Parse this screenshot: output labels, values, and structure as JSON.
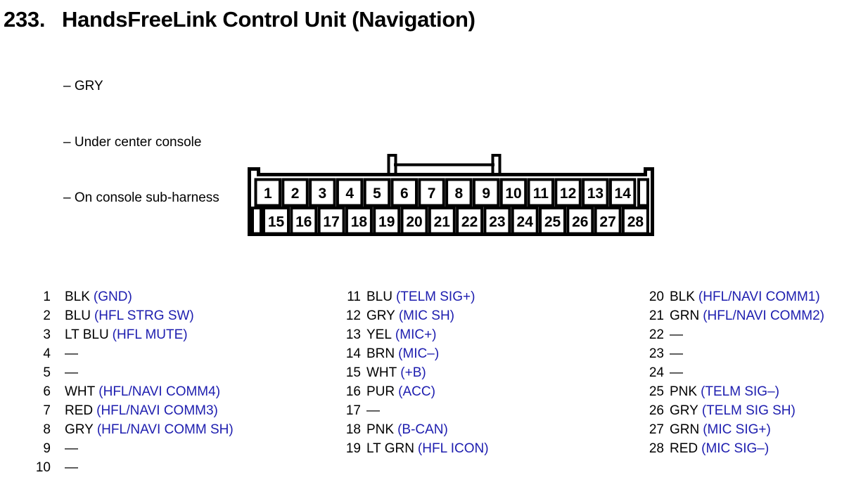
{
  "title": {
    "number": "233.",
    "text": "HandsFreeLink Control Unit (Navigation)"
  },
  "notes": [
    {
      "text": "– GRY"
    },
    {
      "text": "– Under center console"
    },
    {
      "text": "– On console sub-harness"
    }
  ],
  "colors": {
    "text": "#000000",
    "signal_blue": "#1d1daf",
    "connector_stroke": "#000000",
    "background": "#ffffff"
  },
  "connector": {
    "top_pins": [
      "1",
      "2",
      "3",
      "4",
      "5",
      "6",
      "7",
      "8",
      "9",
      "10",
      "11",
      "12",
      "13",
      "14"
    ],
    "bottom_pins": [
      "15",
      "16",
      "17",
      "18",
      "19",
      "20",
      "21",
      "22",
      "23",
      "24",
      "25",
      "26",
      "27",
      "28"
    ]
  },
  "pin_table": {
    "columns": [
      {
        "rows": [
          {
            "n": "1",
            "color": "BLK",
            "signal": "(GND)"
          },
          {
            "n": "2",
            "color": "BLU",
            "signal": "(HFL STRG SW)"
          },
          {
            "n": "3",
            "color": "LT BLU",
            "signal": "(HFL MUTE)"
          },
          {
            "n": "4",
            "color": "—",
            "signal": ""
          },
          {
            "n": "5",
            "color": "—",
            "signal": ""
          },
          {
            "n": "6",
            "color": "WHT",
            "signal": "(HFL/NAVI COMM4)"
          },
          {
            "n": "7",
            "color": "RED",
            "signal": "(HFL/NAVI COMM3)"
          },
          {
            "n": "8",
            "color": "GRY",
            "signal": "(HFL/NAVI COMM SH)"
          },
          {
            "n": "9",
            "color": "—",
            "signal": ""
          },
          {
            "n": "10",
            "color": "—",
            "signal": ""
          }
        ]
      },
      {
        "rows": [
          {
            "n": "11",
            "color": "BLU",
            "signal": "(TELM SIG+)"
          },
          {
            "n": "12",
            "color": "GRY",
            "signal": "(MIC SH)"
          },
          {
            "n": "13",
            "color": "YEL",
            "signal": "(MIC+)"
          },
          {
            "n": "14",
            "color": "BRN",
            "signal": "(MIC–)"
          },
          {
            "n": "15",
            "color": "WHT",
            "signal": "(+B)"
          },
          {
            "n": "16",
            "color": "PUR",
            "signal": "(ACC)"
          },
          {
            "n": "17",
            "color": "—",
            "signal": ""
          },
          {
            "n": "18",
            "color": "PNK",
            "signal": "(B-CAN)"
          },
          {
            "n": "19",
            "color": "LT GRN",
            "signal": "(HFL ICON)"
          }
        ]
      },
      {
        "rows": [
          {
            "n": "20",
            "color": "BLK",
            "signal": "(HFL/NAVI COMM1)"
          },
          {
            "n": "21",
            "color": "GRN",
            "signal": "(HFL/NAVI COMM2)"
          },
          {
            "n": "22",
            "color": "—",
            "signal": ""
          },
          {
            "n": "23",
            "color": "—",
            "signal": ""
          },
          {
            "n": "24",
            "color": "—",
            "signal": ""
          },
          {
            "n": "25",
            "color": "PNK",
            "signal": "(TELM SIG–)"
          },
          {
            "n": "26",
            "color": "GRY",
            "signal": "(TELM SIG SH)"
          },
          {
            "n": "27",
            "color": "GRN",
            "signal": "(MIC SIG+)"
          },
          {
            "n": "28",
            "color": "RED",
            "signal": "(MIC SIG–)"
          }
        ]
      }
    ]
  }
}
